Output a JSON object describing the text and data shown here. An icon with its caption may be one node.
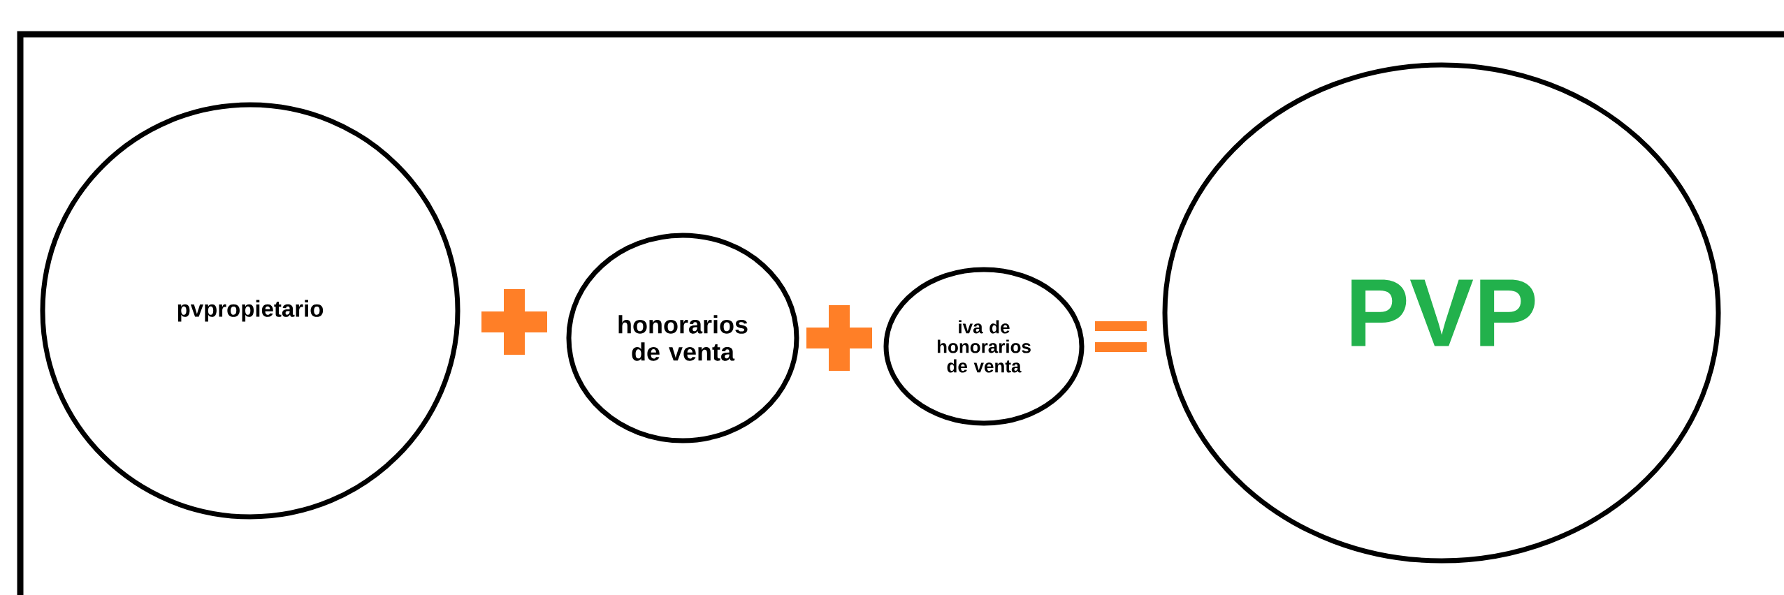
{
  "diagram": {
    "nodes": [
      {
        "text": [
          "pvpropietario"
        ]
      },
      {
        "text": [
          "honorarios de venta"
        ]
      },
      {
        "text": [
          "iva de honorarios de venta"
        ]
      },
      {
        "text": [
          "PVP"
        ]
      }
    ]
  }
}
